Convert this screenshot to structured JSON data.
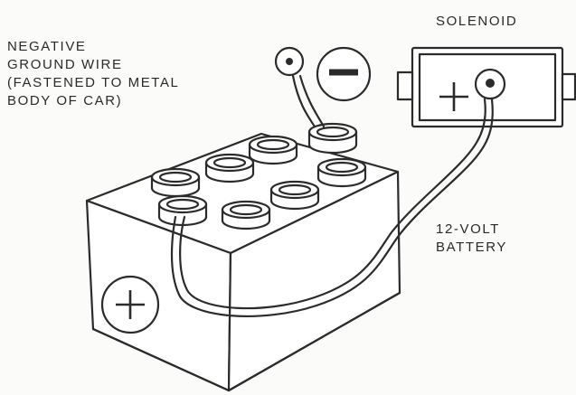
{
  "diagram": {
    "labels": {
      "negative_line1": "NEGATIVE",
      "negative_line2": "GROUND WIRE",
      "negative_line3": "(FASTENED TO METAL",
      "negative_line4": "BODY OF CAR)",
      "solenoid": "SOLENOID",
      "battery_line1": "12-VOLT",
      "battery_line2": "BATTERY"
    },
    "symbols": {
      "negative": "minus-sign",
      "positive": "plus-sign"
    },
    "colors": {
      "ink": "#2b2b2b",
      "paper": "#fbfbfa"
    }
  }
}
